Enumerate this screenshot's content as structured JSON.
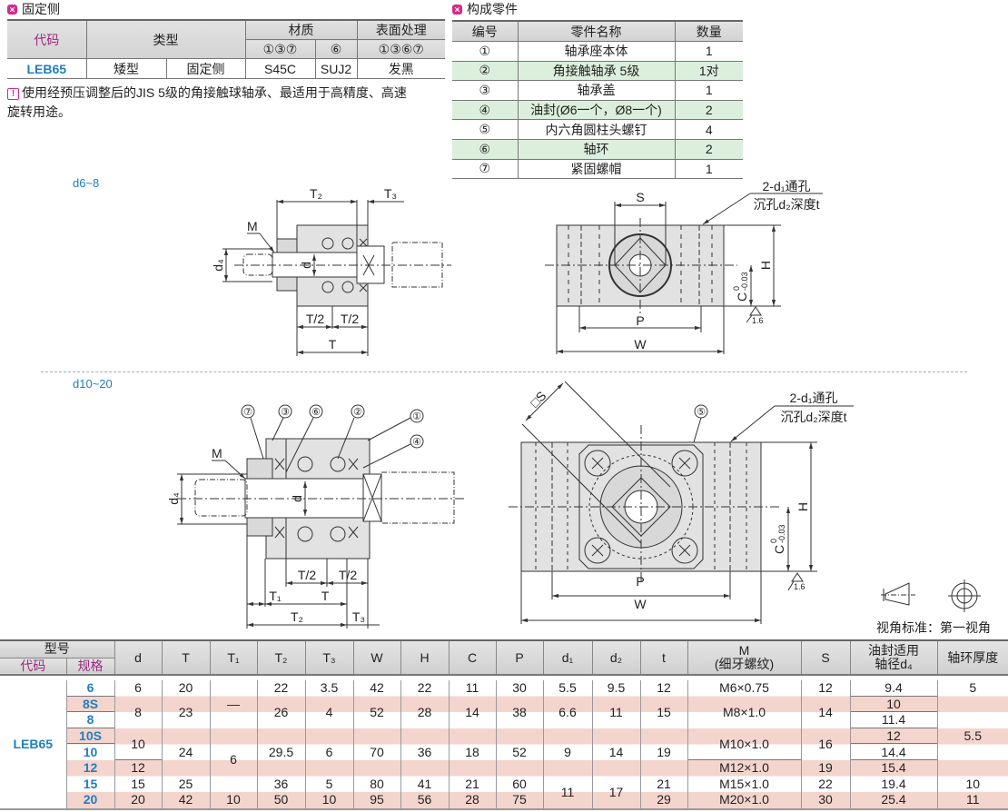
{
  "fixed_side": {
    "title": "固定侧",
    "headers": {
      "code": "代码",
      "type": "类型",
      "material": "材质",
      "surface": "表面处理",
      "mat_parts_1": "①③⑦",
      "mat_parts_2": "⑥",
      "surface_parts": "①③⑥⑦"
    },
    "row": {
      "code": "LEB65",
      "type_1": "矮型",
      "type_2": "固定侧",
      "material_1": "S45C",
      "material_2": "SUJ2",
      "surface": "发黑"
    },
    "note_icon": "warning-icon",
    "note": "使用经预压调整后的JIS 5级的角接触球轴承、最适用于高精度、高速旋转用途。"
  },
  "components": {
    "title": "构成零件",
    "headers": [
      "编号",
      "零件名称",
      "数量"
    ],
    "rows": [
      {
        "no": "①",
        "name": "轴承座本体",
        "qty": "1"
      },
      {
        "no": "②",
        "name": "角接触轴承 5级",
        "qty": "1对"
      },
      {
        "no": "③",
        "name": "轴承盖",
        "qty": "1"
      },
      {
        "no": "④",
        "name": "油封(Ø6一个，Ø8一个)",
        "qty": "2"
      },
      {
        "no": "⑤",
        "name": "内六角圆柱头螺钉",
        "qty": "4"
      },
      {
        "no": "⑥",
        "name": "轴环",
        "qty": "2"
      },
      {
        "no": "⑦",
        "name": "紧固螺帽",
        "qty": "1"
      }
    ],
    "highlight_color": "#dcefdc"
  },
  "drawings": {
    "range_small": "d6~8",
    "range_large": "d10~20",
    "labels": {
      "T": "T",
      "T1": "T₁",
      "T2": "T₂",
      "T3": "T₃",
      "T_half": "T/2",
      "M": "M",
      "d": "d",
      "d4": "d₄",
      "S": "S",
      "S_square": "□S",
      "H": "H",
      "C": "C",
      "C_tol_upper": "0",
      "C_tol_lower": "-0.03",
      "P": "P",
      "W": "W",
      "roughness": "1.6",
      "hole_1": "2-d₁通孔",
      "hole_2": "沉孔d₂深度t",
      "p1": "①",
      "p2": "②",
      "p3": "③",
      "p4": "④",
      "p5": "⑤",
      "p6": "⑥",
      "p7": "⑦"
    },
    "view_standard": "视角标准：第一视角"
  },
  "spec_table": {
    "headers": {
      "model": "型号",
      "code": "代码",
      "spec": "规格",
      "d": "d",
      "T": "T",
      "T1": "T₁",
      "T2": "T₂",
      "T3": "T₃",
      "W": "W",
      "H": "H",
      "C": "C",
      "P": "P",
      "d1": "d₁",
      "d2": "d₂",
      "t": "t",
      "M1": "M",
      "M2": "(细牙螺纹)",
      "S": "S",
      "d4_1": "油封适用",
      "d4_2": "轴径d₄",
      "collar": "轴环厚度"
    },
    "code": "LEB65",
    "rows": [
      {
        "spec": "6",
        "d": "6",
        "T": "20",
        "T1": "—",
        "T2": "22",
        "T3": "3.5",
        "W": "42",
        "H": "22",
        "C": "11",
        "P": "30",
        "d1": "5.5",
        "d2": "9.5",
        "t": "12",
        "M": "M6×0.75",
        "S": "12",
        "d4": "9.4",
        "collar": "5"
      },
      {
        "spec": "8S",
        "d": "8",
        "T": "23",
        "T2": "26",
        "T3": "4",
        "W": "52",
        "H": "28",
        "C": "14",
        "P": "38",
        "d1": "6.6",
        "d2": "11",
        "t": "15",
        "M": "M8×1.0",
        "S": "14",
        "d4": "10",
        "collar": "5.5"
      },
      {
        "spec": "8",
        "d4": "11.4"
      },
      {
        "spec": "10S",
        "d": "10",
        "T": "24",
        "T1": "6",
        "T2": "29.5",
        "T3": "6",
        "W": "70",
        "H": "36",
        "C": "18",
        "P": "52",
        "d1": "9",
        "d2": "14",
        "t": "19",
        "M": "M10×1.0",
        "S": "16",
        "d4": "12"
      },
      {
        "spec": "10",
        "d4": "14.4"
      },
      {
        "spec": "12",
        "d": "12",
        "M": "M12×1.0",
        "S": "19",
        "d4": "15.4"
      },
      {
        "spec": "15",
        "d": "15",
        "T": "25",
        "T2": "36",
        "T3": "5",
        "W": "80",
        "H": "41",
        "C": "21",
        "P": "60",
        "d1": "11",
        "d2": "17",
        "t": "21",
        "M": "M15×1.0",
        "S": "22",
        "d4": "19.4",
        "collar": "10"
      },
      {
        "spec": "20",
        "d": "20",
        "T": "42",
        "T1": "10",
        "T2": "50",
        "T3": "10",
        "W": "95",
        "H": "56",
        "C": "28",
        "P": "75",
        "t": "29",
        "M": "M20×1.0",
        "S": "30",
        "d4": "25.4",
        "collar": "11"
      }
    ],
    "stripe_color": "#f4d5ce"
  }
}
